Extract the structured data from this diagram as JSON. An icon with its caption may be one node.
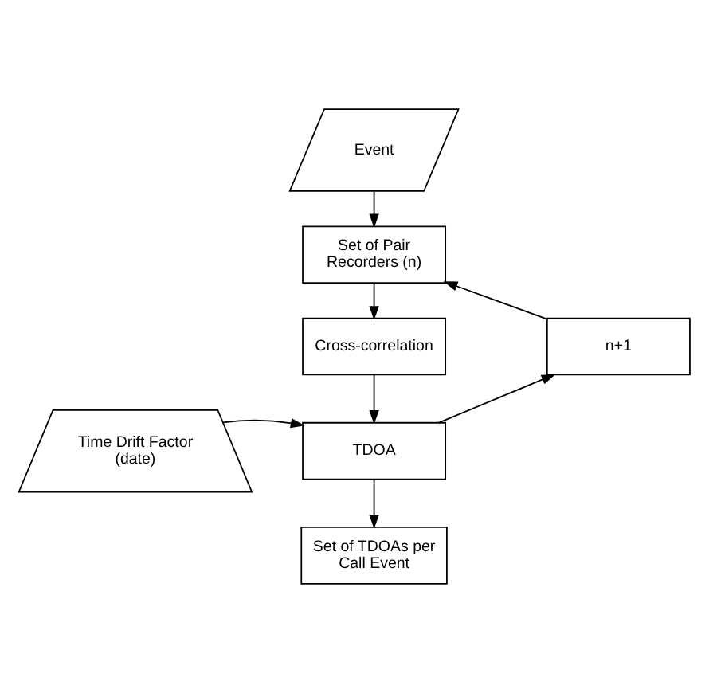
{
  "diagram": {
    "nodes": [
      {
        "text": [
          "Event"
        ]
      },
      {
        "text": [
          "Set of Pair Recorders (n)"
        ]
      },
      {
        "text": [
          "Cross-correlation"
        ]
      },
      {
        "text": [
          "TDOA"
        ]
      },
      {
        "text": [
          "n+1"
        ]
      },
      {
        "text": [
          "Time Drift Factor (date)"
        ]
      },
      {
        "text": [
          "Set of TDOAs per Call Event"
        ]
      }
    ],
    "edges": [
      {
        "from": 0,
        "to": 1,
        "arrow": "to"
      },
      {
        "from": 1,
        "to": 2,
        "arrow": "to"
      },
      {
        "from": 2,
        "to": 3,
        "arrow": "to"
      },
      {
        "from": 5,
        "to": 3,
        "arrow": "to"
      },
      {
        "from": 3,
        "to": 4,
        "arrow": "to"
      },
      {
        "from": 4,
        "to": 1,
        "arrow": "to"
      },
      {
        "from": 3,
        "to": 6,
        "arrow": "to"
      }
    ]
  }
}
